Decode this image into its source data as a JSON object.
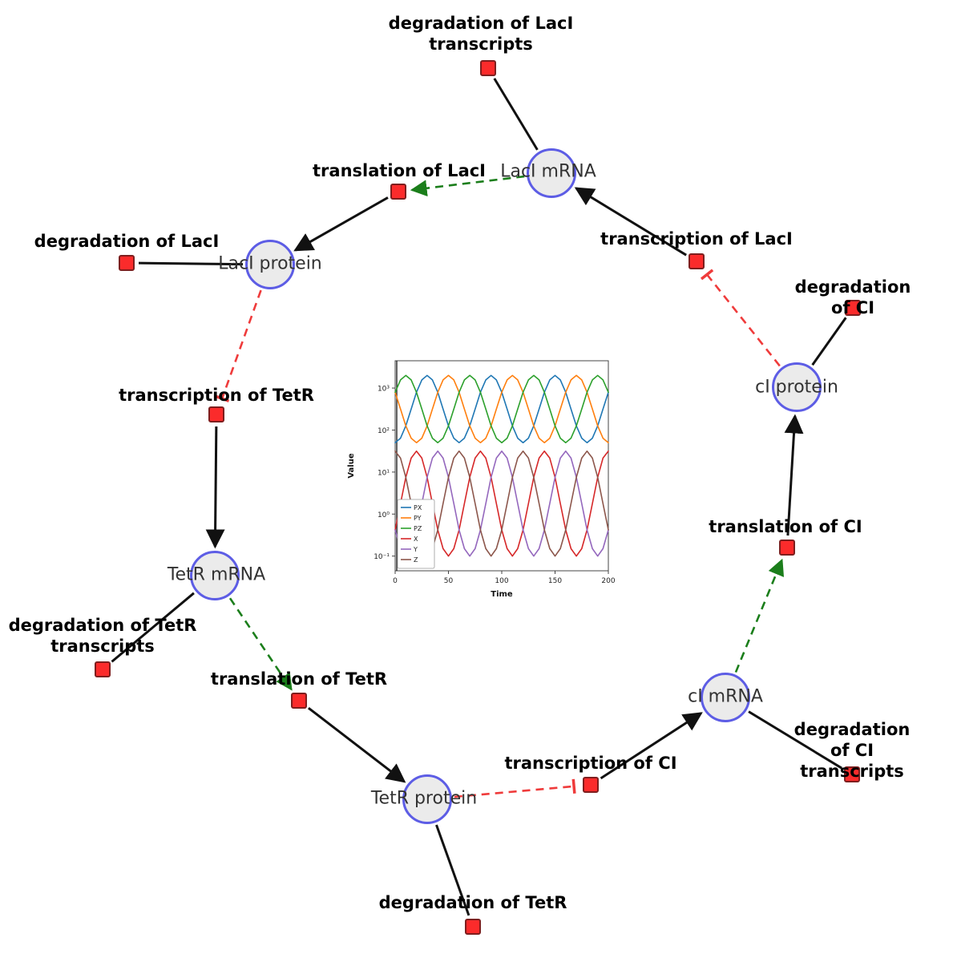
{
  "diagram": {
    "species": [
      {
        "id": "laci_mrna",
        "label": "LacI mRNA"
      },
      {
        "id": "laci_protein",
        "label": "LacI protein"
      },
      {
        "id": "tetr_mrna",
        "label": "TetR mRNA"
      },
      {
        "id": "tetr_protein",
        "label": "TetR protein"
      },
      {
        "id": "ci_mrna",
        "label": "cI mRNA"
      },
      {
        "id": "ci_protein",
        "label": "cI protein"
      }
    ],
    "reactions": [
      {
        "id": "deg_laci_tx",
        "label": "degradation of LacI\ntranscripts"
      },
      {
        "id": "transl_laci",
        "label": "translation of LacI"
      },
      {
        "id": "deg_laci",
        "label": "degradation of LacI"
      },
      {
        "id": "transcr_laci",
        "label": "transcription of LacI"
      },
      {
        "id": "deg_ci",
        "label": "degradation of CI"
      },
      {
        "id": "transcr_tetr",
        "label": "transcription of TetR"
      },
      {
        "id": "transl_ci",
        "label": "translation of CI"
      },
      {
        "id": "deg_tetr_tx",
        "label": "degradation of TetR\ntranscripts"
      },
      {
        "id": "transl_tetr",
        "label": "translation of TetR"
      },
      {
        "id": "transcr_ci",
        "label": "transcription of CI"
      },
      {
        "id": "deg_ci_tx",
        "label": "degradation of CI\ntranscripts"
      },
      {
        "id": "deg_tetr",
        "label": "degradation of TetR"
      }
    ],
    "colors": {
      "species_fill": "#ebebeb",
      "species_border": "#5d5de5",
      "reaction_fill": "#fb2b2b",
      "reaction_border": "#7e1e1e",
      "edge": "#111111",
      "activation": "#1b7e1b",
      "inhibition": "#ef3b3b"
    }
  },
  "chart_data": {
    "type": "line",
    "title": "",
    "xlabel": "Time",
    "ylabel": "Value",
    "y_scale": "log",
    "xlim": [
      0,
      200
    ],
    "ylim_log10": [
      -1.35,
      3.65
    ],
    "x_ticks": [
      0,
      50,
      100,
      150,
      200
    ],
    "y_tick_labels": [
      "10⁻¹",
      "10⁰",
      "10¹",
      "10²",
      "10³"
    ],
    "grid": false,
    "legend_position": "lower left",
    "x": [
      0,
      5,
      10,
      15,
      20,
      25,
      30,
      35,
      40,
      45,
      50,
      55,
      60,
      65,
      70,
      75,
      80,
      85,
      90,
      95,
      100,
      105,
      110,
      115,
      120,
      125,
      130,
      135,
      140,
      145,
      150,
      155,
      160,
      165,
      170,
      175,
      180,
      185,
      190,
      195,
      200
    ],
    "series": [
      {
        "name": "PX",
        "color": "#1f77b4",
        "values": [
          50,
          64,
          126,
          316,
          794,
          1560,
          1995,
          1560,
          794,
          316,
          126,
          64,
          50,
          64,
          126,
          316,
          794,
          1560,
          1995,
          1560,
          794,
          316,
          126,
          64,
          50,
          64,
          126,
          316,
          794,
          1560,
          1995,
          1560,
          794,
          316,
          126,
          64,
          50,
          64,
          126,
          316,
          794
        ]
      },
      {
        "name": "PY",
        "color": "#ff7f0e",
        "values": [
          794,
          316,
          126,
          64,
          50,
          64,
          126,
          316,
          794,
          1560,
          1995,
          1560,
          794,
          316,
          126,
          64,
          50,
          64,
          126,
          316,
          794,
          1560,
          1995,
          1560,
          794,
          316,
          126,
          64,
          50,
          64,
          126,
          316,
          794,
          1560,
          1995,
          1560,
          794,
          316,
          126,
          64,
          50
        ]
      },
      {
        "name": "PZ",
        "color": "#2ca02c",
        "values": [
          794,
          1560,
          1995,
          1560,
          794,
          316,
          126,
          64,
          50,
          64,
          126,
          316,
          794,
          1560,
          1995,
          1560,
          794,
          316,
          126,
          64,
          50,
          64,
          126,
          316,
          794,
          1560,
          1995,
          1560,
          794,
          316,
          126,
          64,
          50,
          64,
          126,
          316,
          794,
          1560,
          1995,
          1560,
          794
        ]
      },
      {
        "name": "X",
        "color": "#d62728",
        "values": [
          0.42,
          1.78,
          7.5,
          21.5,
          31.6,
          21.5,
          7.5,
          1.78,
          0.42,
          0.15,
          0.1,
          0.15,
          0.42,
          1.78,
          7.5,
          21.5,
          31.6,
          21.5,
          7.5,
          1.78,
          0.42,
          0.15,
          0.1,
          0.15,
          0.42,
          1.78,
          7.5,
          21.5,
          31.6,
          21.5,
          7.5,
          1.78,
          0.42,
          0.15,
          0.1,
          0.15,
          0.42,
          1.78,
          7.5,
          21.5,
          31.6
        ]
      },
      {
        "name": "Y",
        "color": "#9467bd",
        "values": [
          0.42,
          0.15,
          0.1,
          0.15,
          0.42,
          1.78,
          7.5,
          21.5,
          31.6,
          21.5,
          7.5,
          1.78,
          0.42,
          0.15,
          0.1,
          0.15,
          0.42,
          1.78,
          7.5,
          21.5,
          31.6,
          21.5,
          7.5,
          1.78,
          0.42,
          0.15,
          0.1,
          0.15,
          0.42,
          1.78,
          7.5,
          21.5,
          31.6,
          21.5,
          7.5,
          1.78,
          0.42,
          0.15,
          0.1,
          0.15,
          0.42
        ]
      },
      {
        "name": "Z",
        "color": "#8c564b",
        "values": [
          31.6,
          21.5,
          7.5,
          1.78,
          0.42,
          0.15,
          0.1,
          0.15,
          0.42,
          1.78,
          7.5,
          21.5,
          31.6,
          21.5,
          7.5,
          1.78,
          0.42,
          0.15,
          0.1,
          0.15,
          0.42,
          1.78,
          7.5,
          21.5,
          31.6,
          21.5,
          7.5,
          1.78,
          0.42,
          0.15,
          0.1,
          0.15,
          0.42,
          1.78,
          7.5,
          21.5,
          31.6,
          21.5,
          7.5,
          1.78,
          0.42
        ]
      }
    ]
  }
}
